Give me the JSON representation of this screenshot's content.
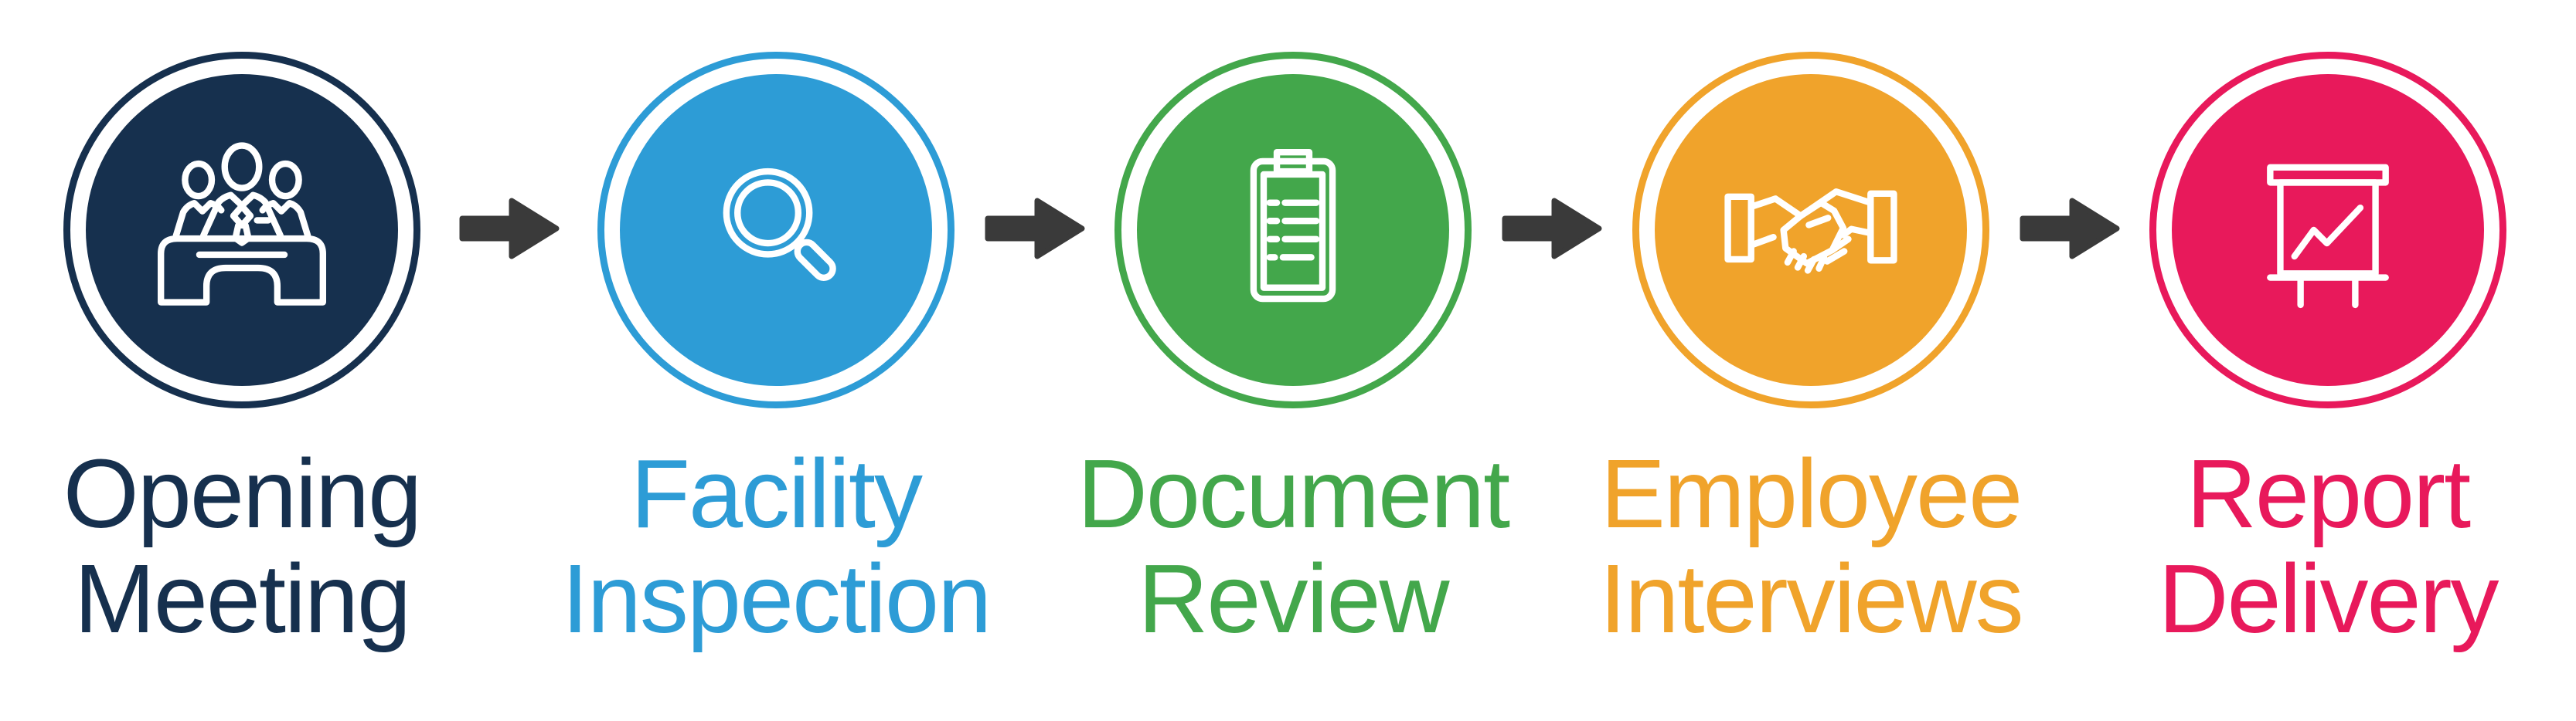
{
  "background_color": "#FFFFFF",
  "arrow_color": "#3A3A3A",
  "icon_stroke": "#FFFFFF",
  "steps": [
    {
      "id": "opening-meeting",
      "lines": [
        "Opening",
        "Meeting"
      ],
      "label": "Opening Meeting",
      "color": "#16304E",
      "icon": "meeting-table-icon"
    },
    {
      "id": "facility-inspection",
      "lines": [
        "Facility",
        "Inspection"
      ],
      "label": "Facility Inspection",
      "color": "#2D9CD6",
      "icon": "magnifier-icon"
    },
    {
      "id": "document-review",
      "lines": [
        "Document",
        "Review"
      ],
      "label": "Document Review",
      "color": "#43A74B",
      "icon": "clipboard-checklist-icon"
    },
    {
      "id": "employee-interviews",
      "lines": [
        "Employee",
        "Interviews"
      ],
      "label": "Employee Interviews",
      "color": "#F0A32B",
      "icon": "handshake-icon"
    },
    {
      "id": "report-delivery",
      "lines": [
        "Report",
        "Delivery"
      ],
      "label": "Report Delivery",
      "color": "#E8195B",
      "icon": "presentation-chart-icon"
    }
  ]
}
